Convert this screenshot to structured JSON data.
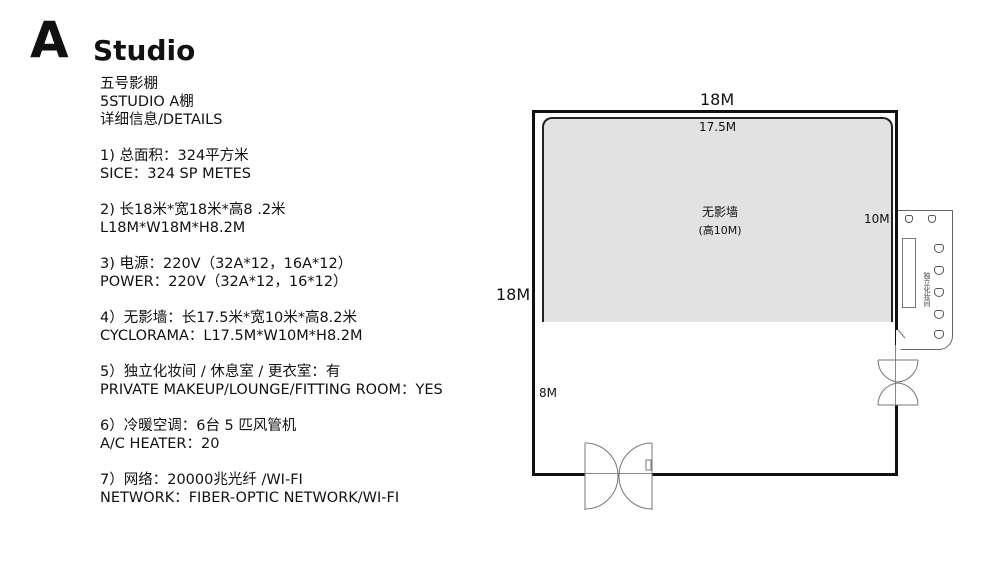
{
  "title": {
    "letter": "A",
    "word": "Studio"
  },
  "info": {
    "name_cn": "五号影棚",
    "name_en": "5STUDIO   A棚",
    "details_label": "详细信息/DETAILS",
    "items": [
      {
        "cn": "1) 总面积：324平方米",
        "en": "SICE：324 SP METES"
      },
      {
        "cn": "2) 长18米*宽18米*高8 .2米",
        "en": " L18M*W18M*H8.2M"
      },
      {
        "cn": "3) 电源：220V（32A*12，16A*12）",
        "en": " POWER：220V（32A*12，16*12）"
      },
      {
        "cn": "4）无影墙：长17.5米*宽10米*高8.2米",
        "en": " CYCLORAMA：L17.5M*W10M*H8.2M"
      },
      {
        "cn": "5）独立化妆间 / 休息室 / 更衣室：有",
        "en": " PRIVATE MAKEUP/LOUNGE/FITTING ROOM：YES"
      },
      {
        "cn": "6）冷暖空调：6台 5 匹风管机",
        "en": " A/C HEATER：20"
      },
      {
        "cn": "7）网络：20000兆光纤 /WI-FI",
        "en": "NETWORK：FIBER-OPTIC NETWORK/WI-FI"
      }
    ]
  },
  "plan": {
    "top_width": "18M",
    "left_height": "18M",
    "cyc_width": "17.5M",
    "cyc_depth": "10M",
    "cyc_name": "无影墙",
    "cyc_height": "(高10M)",
    "remaining_depth": "8M",
    "annex_label": "独立化妆间"
  }
}
